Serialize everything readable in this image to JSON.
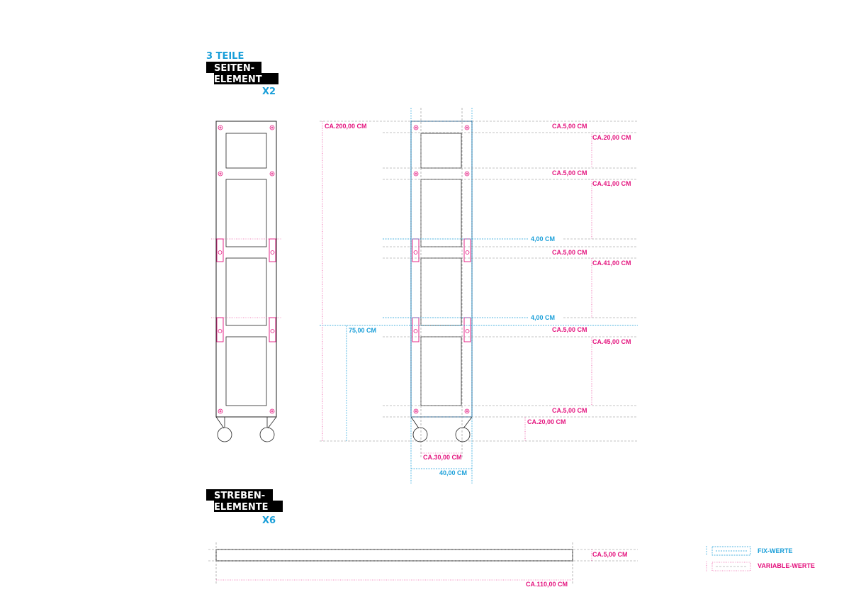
{
  "title_block_1": {
    "line1": "3 TEILE",
    "line2": "SEITEN-",
    "line3": "ELEMENT",
    "line4": "X2"
  },
  "title_block_2": {
    "line1": "STREBEN-",
    "line2": "ELEMENTE",
    "line3": "X6"
  },
  "dimensions": {
    "total_height": "CA.200,00 CM",
    "lower_height": "75,00 CM",
    "top_bar": "CA.5,00 CM",
    "panel_1": "CA.20,00 CM",
    "bar_2": "CA.5,00 CM",
    "panel_2": "CA.41,00 CM",
    "gap_1": "4,00 CM",
    "bar_3": "CA.5,00 CM",
    "panel_3": "CA.41,00 CM",
    "gap_2": "4,00 CM",
    "bar_4": "CA.5,00 CM",
    "panel_4": "CA.45,00 CM",
    "bottom_bar": "CA.5,00 CM",
    "wheels": "CA.20,00 CM",
    "inner_width": "CA.30,00 CM",
    "outer_width": "40,00 CM",
    "strut_height": "CA.5,00 CM",
    "strut_length": "CA.110,00 CM"
  },
  "legend": {
    "fixed": "FIX-WERTE",
    "variable": "VARIABLE-WERTE"
  },
  "colors": {
    "magenta": "#e4157f",
    "cyan": "#1a9fd9",
    "black": "#000000"
  }
}
